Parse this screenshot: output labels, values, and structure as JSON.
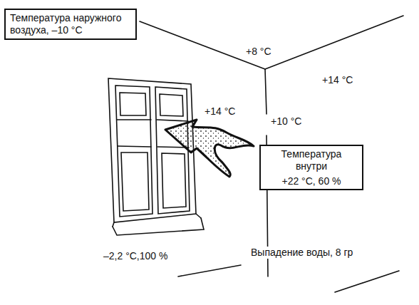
{
  "diagram": {
    "nodes": [
      {
        "text": [
          "Температура наружного воздуха, –10 °C"
        ]
      },
      {
        "text": [
          "Температура внутри",
          "+22 °C, 60 %"
        ]
      }
    ],
    "labels": [
      "+8 °C",
      "+14 °C",
      "+14 °C",
      "+10 °C",
      "–2,2 °C,100 %",
      "Выпадение воды, 8 гр"
    ]
  }
}
